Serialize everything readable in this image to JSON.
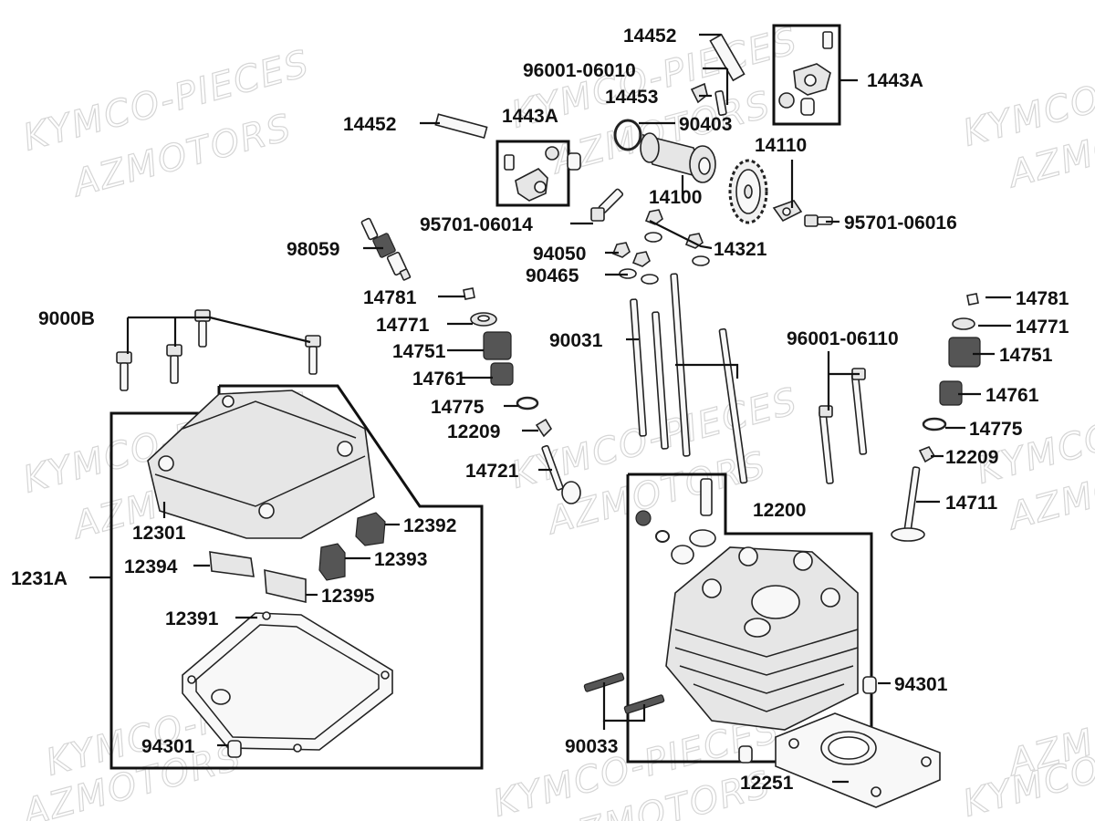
{
  "watermarks": [
    "KYMCO-PIECES",
    "AZMOTORS",
    "KYMCO-PIECES",
    "AZMOTORS",
    "KYMCO-PIECES",
    "AZMOTORS",
    "KYMCO-PIECES",
    "AZMOTORS",
    "KYMCO-PIECES",
    "AZMOTORS",
    "KYMCO-PIECES",
    "AZMOTORS",
    "KYMCO",
    "AZMO",
    "KYMCO",
    "AZMO",
    "KYMCO",
    "AZM"
  ],
  "labels": {
    "p14452_top": "14452",
    "p96001_06010": "96001-06010",
    "p1443A_right": "1443A",
    "p14453": "14453",
    "p14452_left": "14452",
    "p1443A_mid": "1443A",
    "p90403": "90403",
    "p14110": "14110",
    "p14100": "14100",
    "p95701_06014": "95701-06014",
    "p95701_06016": "95701-06016",
    "p98059": "98059",
    "p94050": "94050",
    "p14321": "14321",
    "p90465": "90465",
    "p14781_left": "14781",
    "p14781_right": "14781",
    "p9000B": "9000B",
    "p14771_left": "14771",
    "p14771_right": "14771",
    "p90031": "90031",
    "p96001_06110": "96001-06110",
    "p14751_left": "14751",
    "p14751_right": "14751",
    "p14761_left": "14761",
    "p14761_right": "14761",
    "p14775_left": "14775",
    "p14775_right": "14775",
    "p12209_left": "12209",
    "p12209_right": "12209",
    "p14721": "14721",
    "p14711": "14711",
    "p12200": "12200",
    "p12301": "12301",
    "p12392": "12392",
    "p12394": "12394",
    "p12393": "12393",
    "p1231A": "1231A",
    "p12395": "12395",
    "p12391": "12391",
    "p94301_right": "94301",
    "p94301_left": "94301",
    "p90033": "90033",
    "p12251": "12251"
  }
}
